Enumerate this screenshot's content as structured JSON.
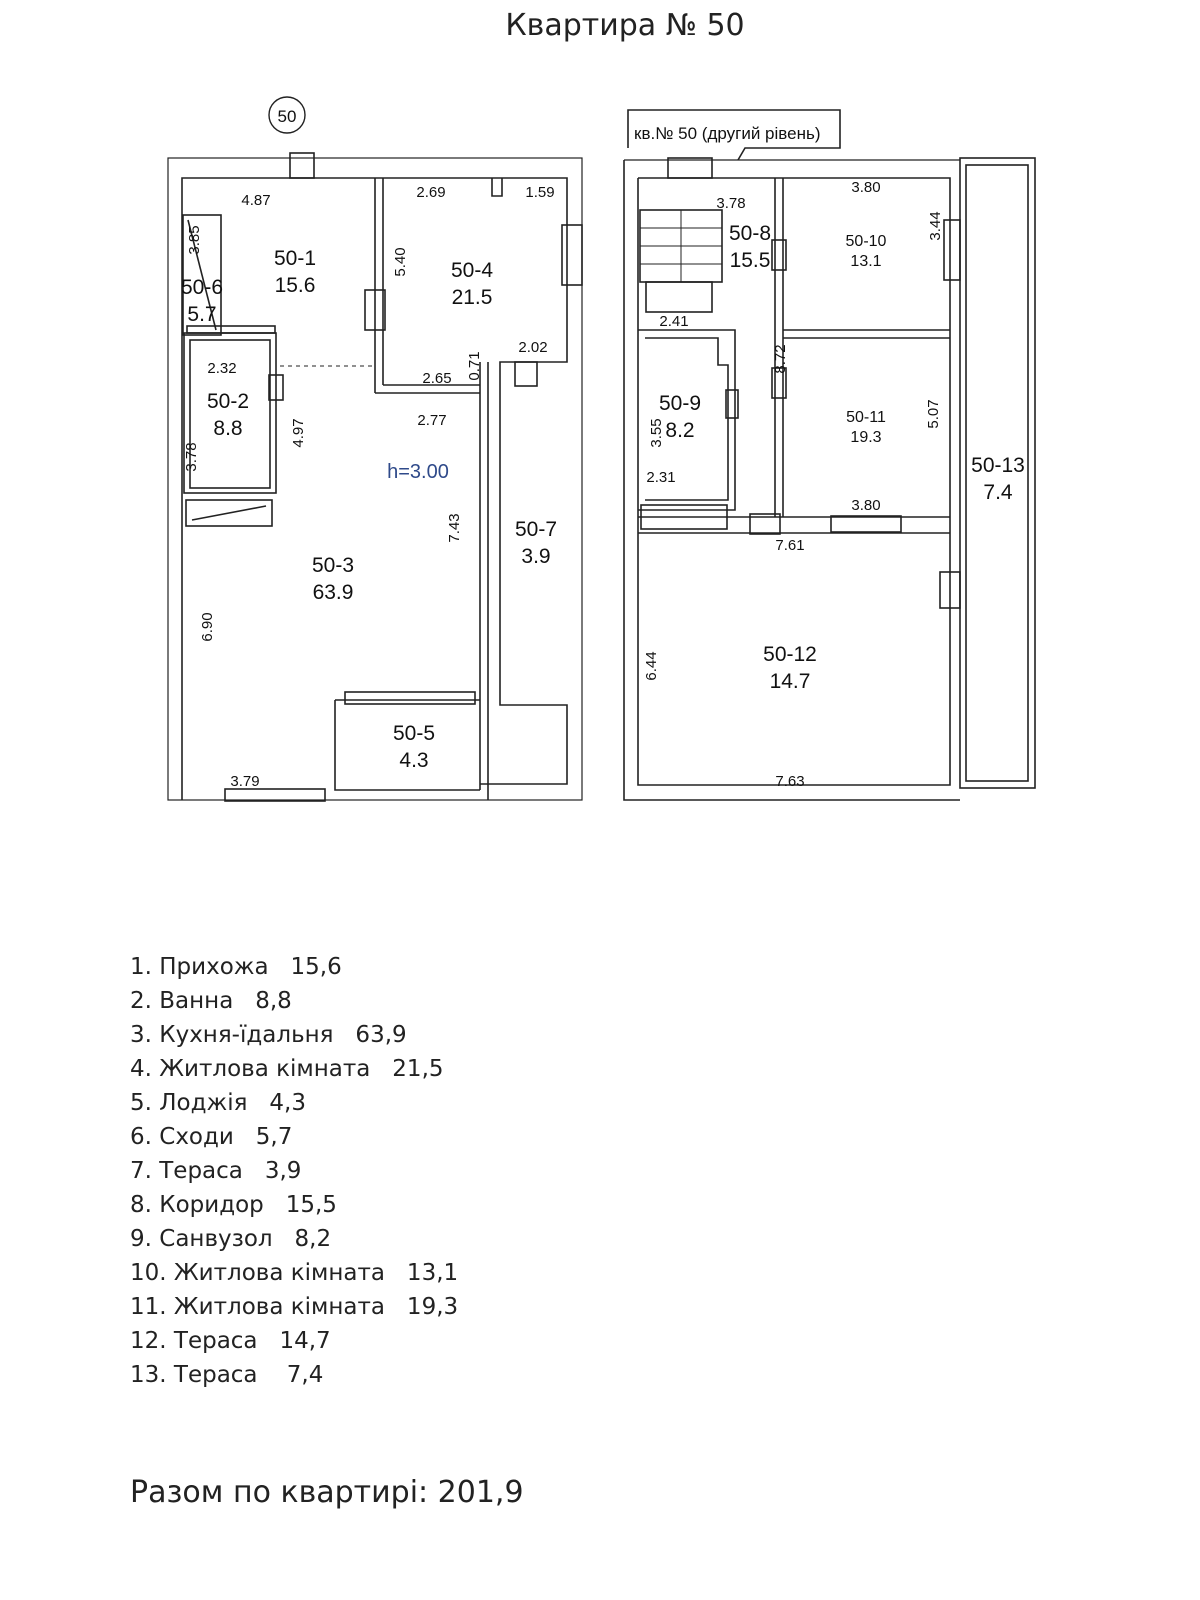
{
  "title": "Квартира № 50",
  "plan": {
    "apartment_marker": "50",
    "second_level_label": "кв.№ 50 (другий рівень)",
    "height_label": "h=3.00",
    "rooms": [
      {
        "id": "50-1",
        "area": "15.6"
      },
      {
        "id": "50-2",
        "area": "8.8"
      },
      {
        "id": "50-3",
        "area": "63.9"
      },
      {
        "id": "50-4",
        "area": "21.5"
      },
      {
        "id": "50-5",
        "area": "4.3"
      },
      {
        "id": "50-6",
        "area": "5.7"
      },
      {
        "id": "50-7",
        "area": "3.9"
      },
      {
        "id": "50-8",
        "area": "15.5"
      },
      {
        "id": "50-9",
        "area": "8.2"
      },
      {
        "id": "50-10",
        "area": "13.1"
      },
      {
        "id": "50-11",
        "area": "19.3"
      },
      {
        "id": "50-12",
        "area": "14.7"
      },
      {
        "id": "50-13",
        "area": "7.4"
      }
    ],
    "dimensions": [
      "4.87",
      "3.85",
      "5.40",
      "2.69",
      "1.59",
      "2.32",
      "4.97",
      "3.78",
      "2.65",
      "0.71",
      "2.02",
      "2.77",
      "7.43",
      "6.90",
      "3.79",
      "3.78",
      "3.80",
      "3.44",
      "2.41",
      "8.72",
      "3.55",
      "2.31",
      "5.07",
      "3.80",
      "7.61",
      "6.44",
      "7.63"
    ]
  },
  "legend": [
    "1. Прихожа   15,6",
    "2. Ванна   8,8",
    "3. Кухня-їдальня   63,9",
    "4. Житлова кімната   21,5",
    "5. Лоджія   4,3",
    "6. Сходи   5,7",
    "7. Тераса   3,9",
    "8. Коридор   15,5",
    "9. Санвузол   8,2",
    "10. Житлова кімната   13,1",
    "11. Житлова кімната   19,3",
    "12. Тераса   14,7",
    "13. Тераса    7,4"
  ],
  "total": "Разом по квартирі: 201,9",
  "colors": {
    "wall": "#1a1a1a",
    "height_label": "#2f4a8a",
    "background": "#ffffff"
  }
}
